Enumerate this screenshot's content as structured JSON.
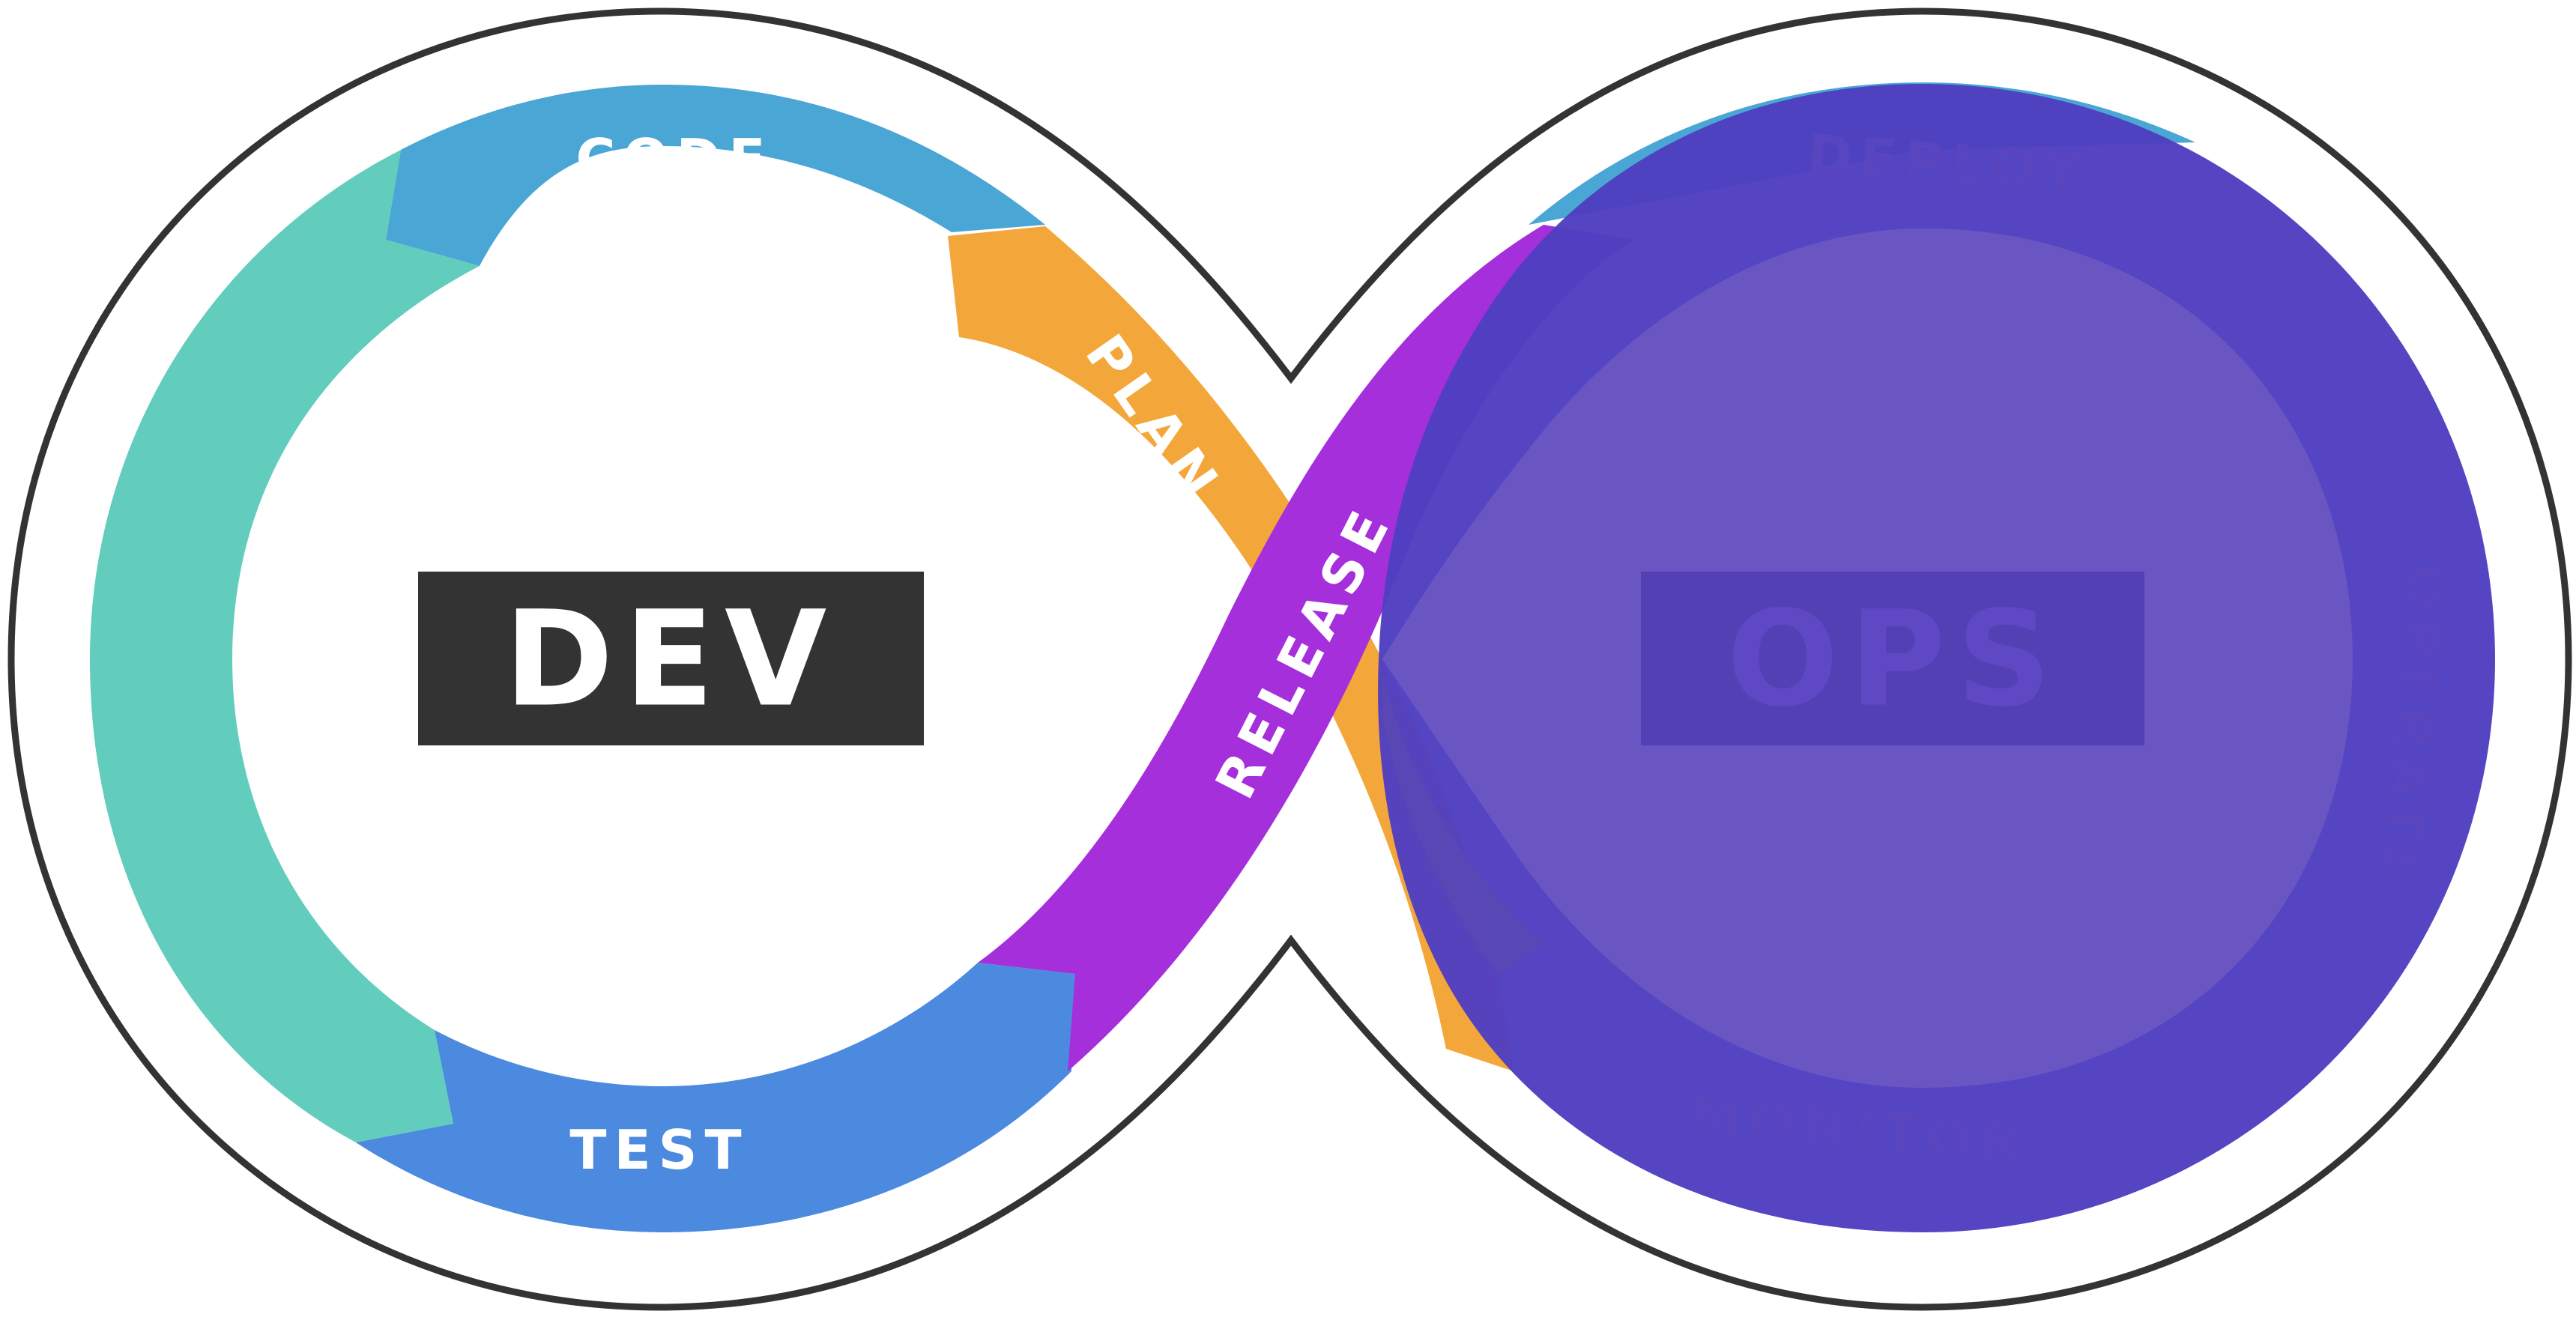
{
  "diagram": {
    "core_labels": {
      "dev": "DEV",
      "ops": "OPS"
    },
    "stages": {
      "code": "CODE",
      "plan": "PLAN",
      "release": "RELEASE",
      "test": "TEST",
      "deploy": "DEPLOY",
      "operate": "OPERATE",
      "monitor": "MONITOR"
    },
    "colors": {
      "outline": "#333333",
      "code": "#4aa6d4",
      "test": "#4b8ade",
      "build_teal": "#63cdbd",
      "plan": "#f3a73a",
      "release": "#a42fdb",
      "ops_overlay": "#4f3fc0",
      "ops_inner": "#6a56c2",
      "dev_box": "#333333"
    }
  }
}
